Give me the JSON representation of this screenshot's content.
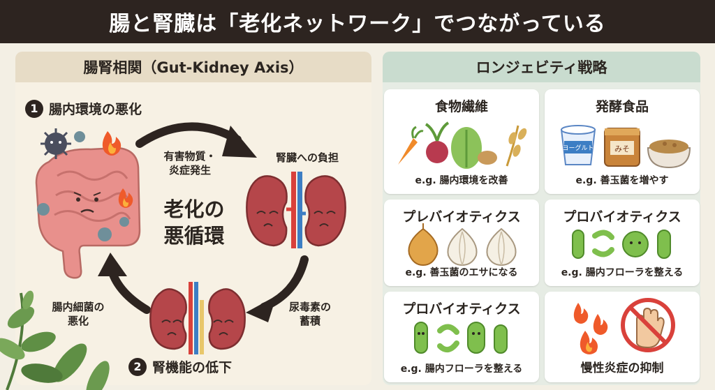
{
  "title": "腸と腎臓は「老化ネットワーク」でつながっている",
  "left": {
    "header": "腸腎相関（Gut-Kidney Axis）",
    "step1": {
      "num": "1",
      "label": "腸内環境の悪化"
    },
    "step2": {
      "num": "2",
      "label": "腎機能の低下"
    },
    "arrow_top": "有害物質・\n炎症発生",
    "kidney_load": "腎臓への負担",
    "arrow_right": "尿毒素の\n蓄積",
    "arrow_left": "腸内細菌の\n悪化",
    "cycle": "老化の\n悪循環"
  },
  "right": {
    "header": "ロンジェビティ戦略",
    "cards": [
      {
        "title": "食物繊維",
        "sub": "e.g. 腸内環境を改善"
      },
      {
        "title": "発酵食品",
        "sub": "e.g. 善玉菌を増やす",
        "labels": {
          "yogurt": "ヨーグルト",
          "miso": "みそ"
        }
      },
      {
        "title": "プレバイオティクス",
        "sub": "e.g. 善玉菌のエサになる"
      },
      {
        "title": "プロバイオティクス",
        "sub": "e.g. 腸内フローラを整える"
      },
      {
        "title": "プロバイオティクス",
        "sub": "e.g. 腸内フローラを整える"
      },
      {
        "title": "",
        "sub": "慢性炎症の抑制"
      }
    ]
  },
  "colors": {
    "header_bg": "#2d2420",
    "left_title_bg": "#e7dcc6",
    "right_title_bg": "#c9dccf",
    "intestine": "#e8908c",
    "kidney": "#b5464a",
    "artery": "#d9413b",
    "vein": "#3d7ec4",
    "bacteria_green": "#7fbf4d"
  },
  "icons": [
    "intestine-icon",
    "kidney-icon",
    "bacteria-icon",
    "flame-icon",
    "vegetable-icon",
    "yogurt-icon",
    "miso-icon",
    "onion-icon",
    "garlic-icon",
    "no-hand-icon",
    "leaf-decoration"
  ]
}
